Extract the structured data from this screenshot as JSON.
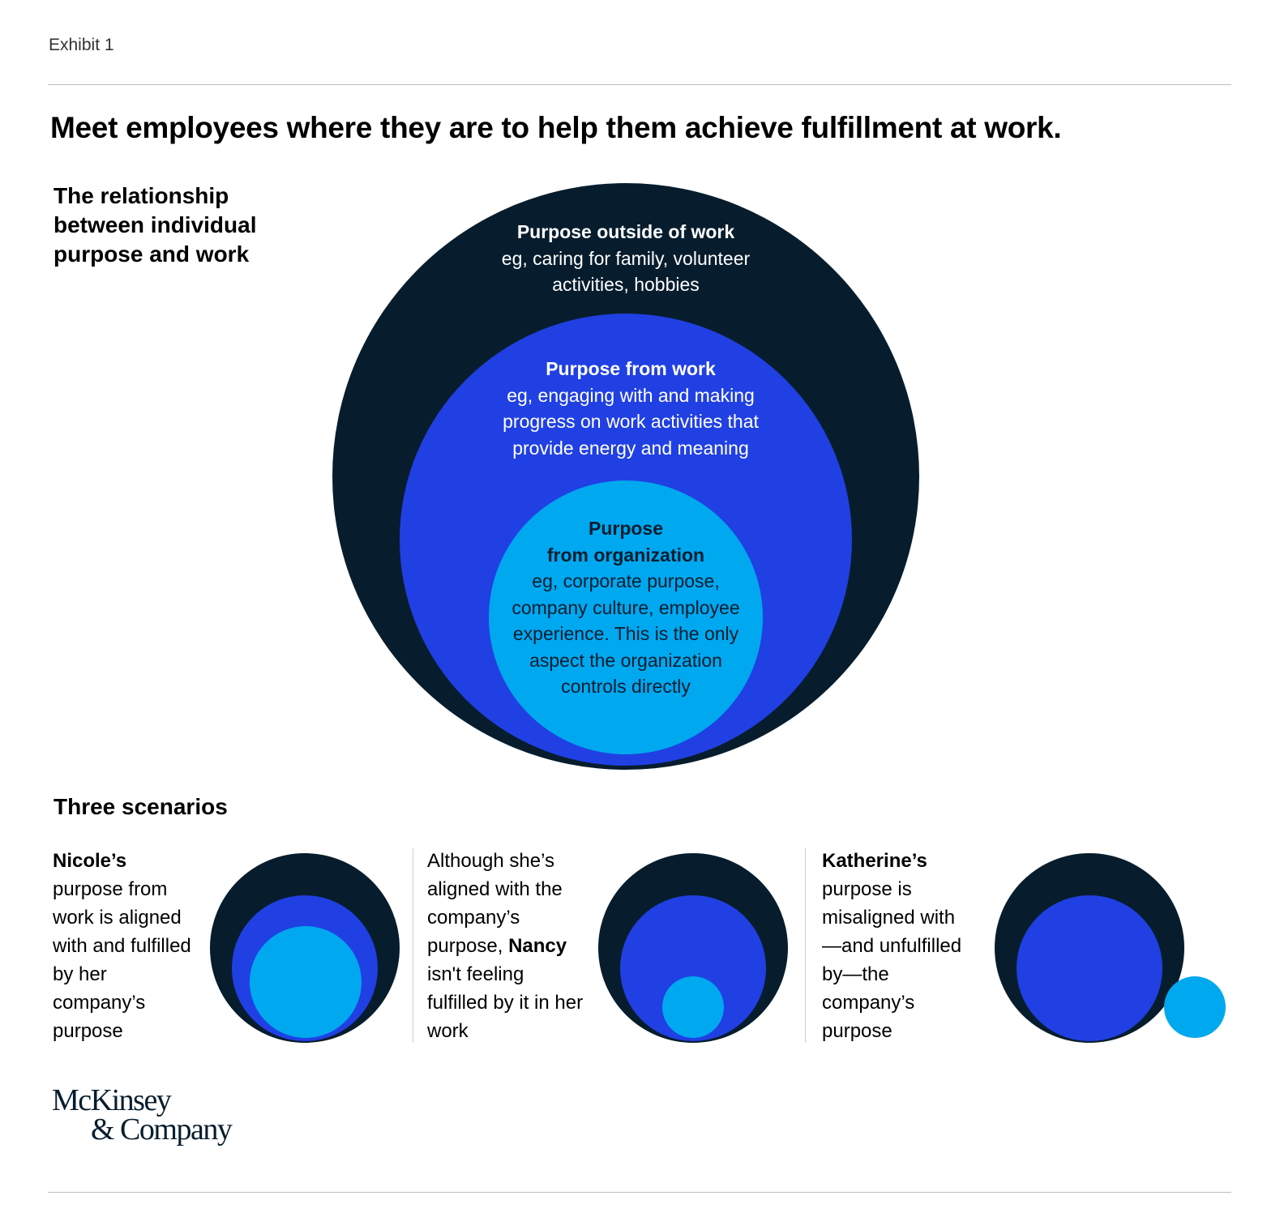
{
  "exhibit_label": "Exhibit 1",
  "title": "Meet employees where they are to help them achieve fulfillment at work.",
  "relationship_heading": "The relationship between individual purpose and work",
  "circles": {
    "outside": {
      "label": "Purpose outside of work",
      "desc": "eg, caring for family, volunteer activities, hobbies"
    },
    "work": {
      "label": "Purpose from work",
      "desc": "eg, engaging with and making progress on work activities that provide energy and meaning"
    },
    "organization": {
      "label_line1": "Purpose",
      "label_line2": "from organization",
      "desc": "eg, corporate purpose, company culture, employee experience. This is the only aspect the organization controls directly"
    }
  },
  "colors": {
    "outside": "#071d2d",
    "work": "#2040e3",
    "organization": "#00a8f0"
  },
  "scenarios_heading": "Three scenarios",
  "scenarios": [
    {
      "bold": "Nicole’s",
      "text": "purpose from work is aligned with and fulfilled by her company’s purpose"
    },
    {
      "pre": "Although she’s aligned with the company’s purpose,",
      "bold": "Nancy",
      "text": "isn't feeling fulfilled by it in her work"
    },
    {
      "bold": "Katherine’s",
      "text": "purpose is misaligned with—and unfulfilled by—the company’s purpose"
    }
  ],
  "logo": {
    "line1": "McKinsey",
    "line2": "& Company"
  }
}
